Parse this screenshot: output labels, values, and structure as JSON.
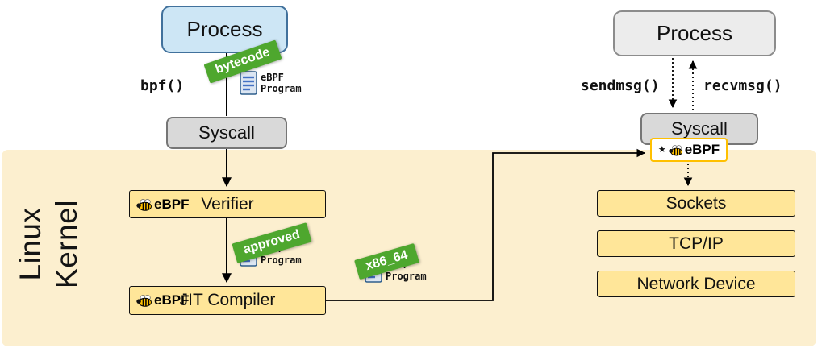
{
  "kernel": {
    "label_lines": [
      "Linux",
      "Kernel"
    ]
  },
  "left_flow": {
    "process": "Process",
    "bpf_call": "bpf()",
    "bytecode_badge": "bytecode",
    "syscall": "Syscall",
    "verifier": "Verifier",
    "approved_badge": "approved",
    "jit_compiler": "JIT Compiler",
    "x86_badge": "x86_64"
  },
  "right_flow": {
    "process": "Process",
    "sendmsg": "sendmsg()",
    "recvmsg": "recvmsg()",
    "syscall": "Syscall",
    "stack": [
      "Sockets",
      "TCP/IP",
      "Network Device"
    ]
  },
  "logo": {
    "ebpf": "eBPF"
  },
  "program_icon": {
    "line1": "eBPF",
    "line2": "Program"
  },
  "icons": {
    "star_glyph": "★"
  },
  "colors": {
    "kernel_bg": "#FCEFCF",
    "process_blue": "#CDE6F5",
    "gray_box": "#D9D9D9",
    "yellow_box": "#FFE699",
    "badge_green": "#4EA72E",
    "ebpf_gold": "#FFC000",
    "doc_blue": "#4472C4"
  }
}
